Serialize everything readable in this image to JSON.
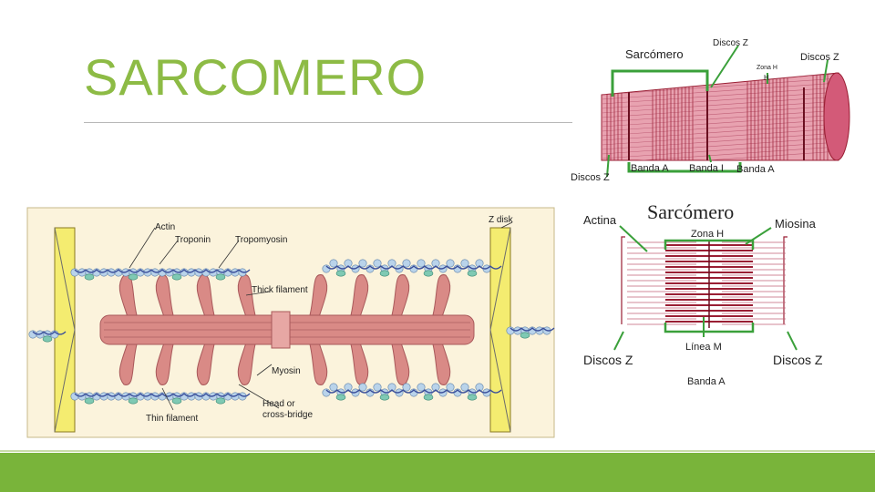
{
  "slide": {
    "title": "SARCOMERO"
  },
  "diagram_left": {
    "labels": {
      "actin": "Actin",
      "troponin": "Troponin",
      "tropomyosin": "Tropomyosin",
      "z_disk": "Z disk",
      "thick_filament": "Thick filament",
      "myosin": "Myosin",
      "head": "Head or",
      "cross_bridge": "cross-bridge",
      "thin_filament": "Thin filament"
    },
    "colors": {
      "background": "#fbf3dc",
      "z_disk": "#f4ec70",
      "myosin": "#d98a86",
      "actin_bead": "#b9d3ea",
      "troponin": "#7fc9b3",
      "tropomyosin": "#3a4e9a"
    }
  },
  "diagram_top_right": {
    "labels": {
      "sarcomero": "Sarcómero",
      "discos_z_top": "Discos Z",
      "zona_h": "Zona H",
      "h": "H",
      "discos_z_right": "Discos Z",
      "discos_z_left": "Discos Z",
      "banda_a_1": "Banda A",
      "banda_i": "Banda I",
      "banda_a_2": "Banda A"
    },
    "colors": {
      "fiber": "#e8a2b0",
      "stripe": "#9a1f34",
      "bracket": "#3aa03a"
    }
  },
  "diagram_bottom_right": {
    "labels": {
      "title": "Sarcómero",
      "actina": "Actina",
      "miosina": "Miosina",
      "zona_h": "Zona H",
      "linea_m": "Línea M",
      "discos_z_left": "Discos Z",
      "discos_z_right": "Discos Z",
      "banda_a": "Banda A"
    },
    "colors": {
      "filament": "#9a1f34",
      "bracket": "#3aa03a",
      "arrow": "#3aa03a"
    }
  }
}
